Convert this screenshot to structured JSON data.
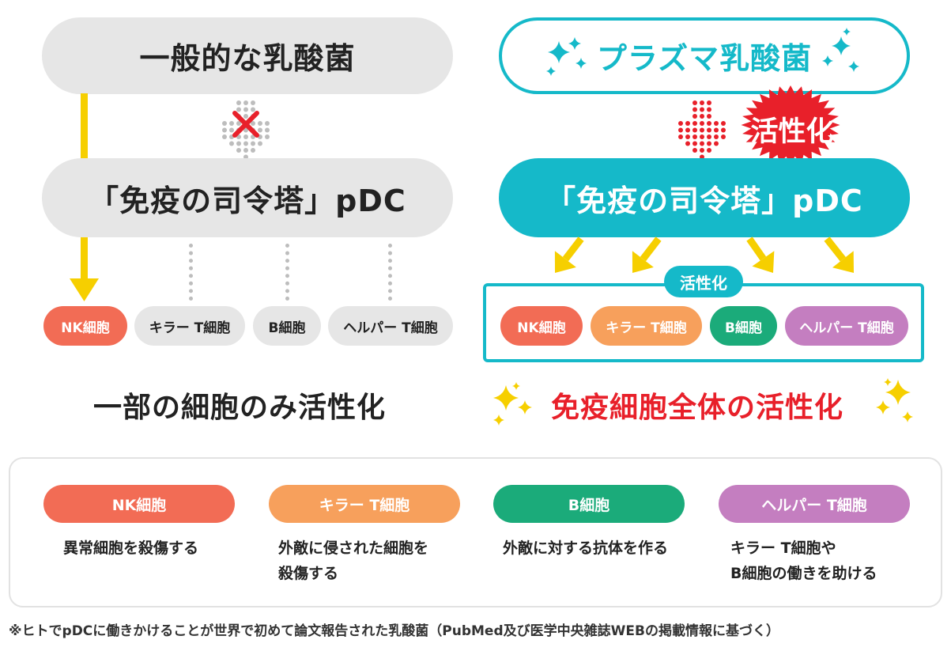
{
  "left": {
    "title": "一般的な乳酸菌",
    "pdc": "「免疫の司令塔」pDC",
    "cells": [
      "NK細胞",
      "キラー T細胞",
      "B細胞",
      "ヘルパー T細胞"
    ],
    "caption": "一部の細胞のみ活性化"
  },
  "right": {
    "title": "プラズマ乳酸菌",
    "activation_badge": "活性化",
    "pdc": "「免疫の司令塔」pDC",
    "box_label": "活性化",
    "cells": [
      "NK細胞",
      "キラー T細胞",
      "B細胞",
      "ヘルパー T細胞"
    ],
    "caption": "免疫細胞全体の活性化"
  },
  "legend": [
    {
      "name": "NK細胞",
      "desc": "異常細胞を殺傷する"
    },
    {
      "name": "キラー T細胞",
      "desc": "外敵に侵された細胞を\n殺傷する"
    },
    {
      "name": "B細胞",
      "desc": "外敵に対する抗体を作る"
    },
    {
      "name": "ヘルパー T細胞",
      "desc": "キラー T細胞や\nB細胞の働きを助ける"
    }
  ],
  "footnote": "※ヒトでpDCに働きかけることが世界で初めて論文報告された乳酸菌（PubMed及び医学中央雑誌WEBの掲載情報に基づく）",
  "colors": {
    "teal": "#15b9c9",
    "yellow": "#f6cf00",
    "red": "#e8202a",
    "nk": "#f26c55",
    "killer": "#f7a05c",
    "b_cell": "#1bab7a",
    "helper": "#c47ec0",
    "gray": "#e6e6e6"
  },
  "icons": [
    "sparkle-icon",
    "cross-icon",
    "dotted-down-arrow-icon",
    "burst-badge-icon"
  ]
}
